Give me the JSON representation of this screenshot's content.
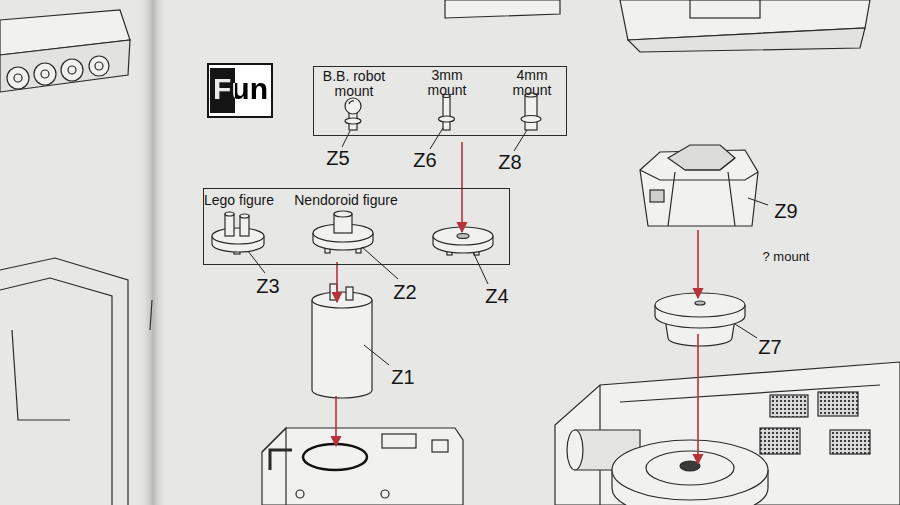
{
  "diagram": {
    "nodes": [
      {
        "text": [
          "Fun"
        ]
      },
      {
        "text": [
          "B.B. robot mount",
          "3mm mount",
          "4mm mount"
        ]
      },
      {
        "text": [
          "Lego figure",
          "Nendoroid figure"
        ]
      }
    ],
    "labels": [
      "Z5",
      "Z6",
      "Z8",
      "Z3",
      "Z2",
      "Z4",
      "Z1",
      "Z9",
      "? mount",
      "Z7"
    ]
  }
}
